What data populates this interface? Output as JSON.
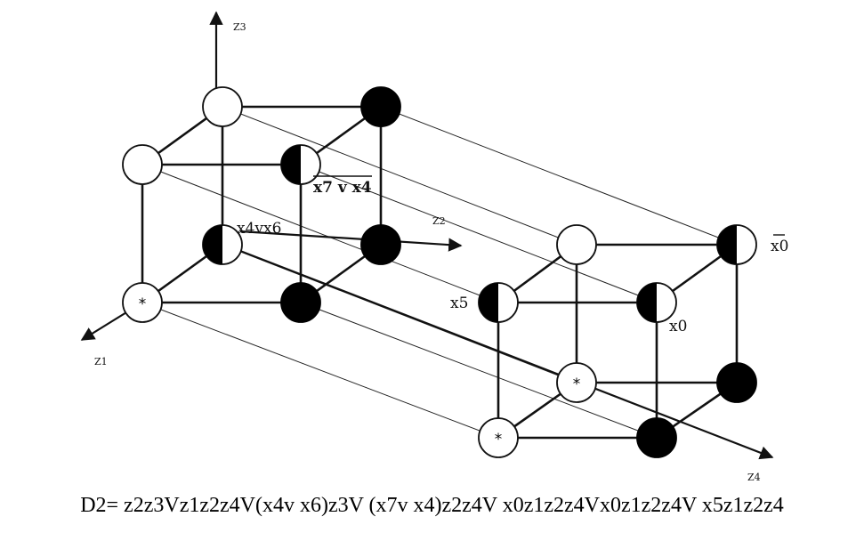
{
  "axes": {
    "z1": "Z1",
    "z2": "Z2",
    "z3": "Z3",
    "z4": "Z4"
  },
  "point_labels": {
    "x4vx6": "x4vx6",
    "x7vx4": "x7 v x4",
    "x5": "x5",
    "x0": "x0",
    "x0_bar": "x0"
  },
  "star_marks": [
    "*",
    "*",
    "*"
  ],
  "formula": {
    "text": "D2= z2z3Vz1z2z4V(x4v x6)z3V (x7v x4)z2z4V x0z1z2z4Vx0z1z2z4V x5z1z2z4"
  }
}
